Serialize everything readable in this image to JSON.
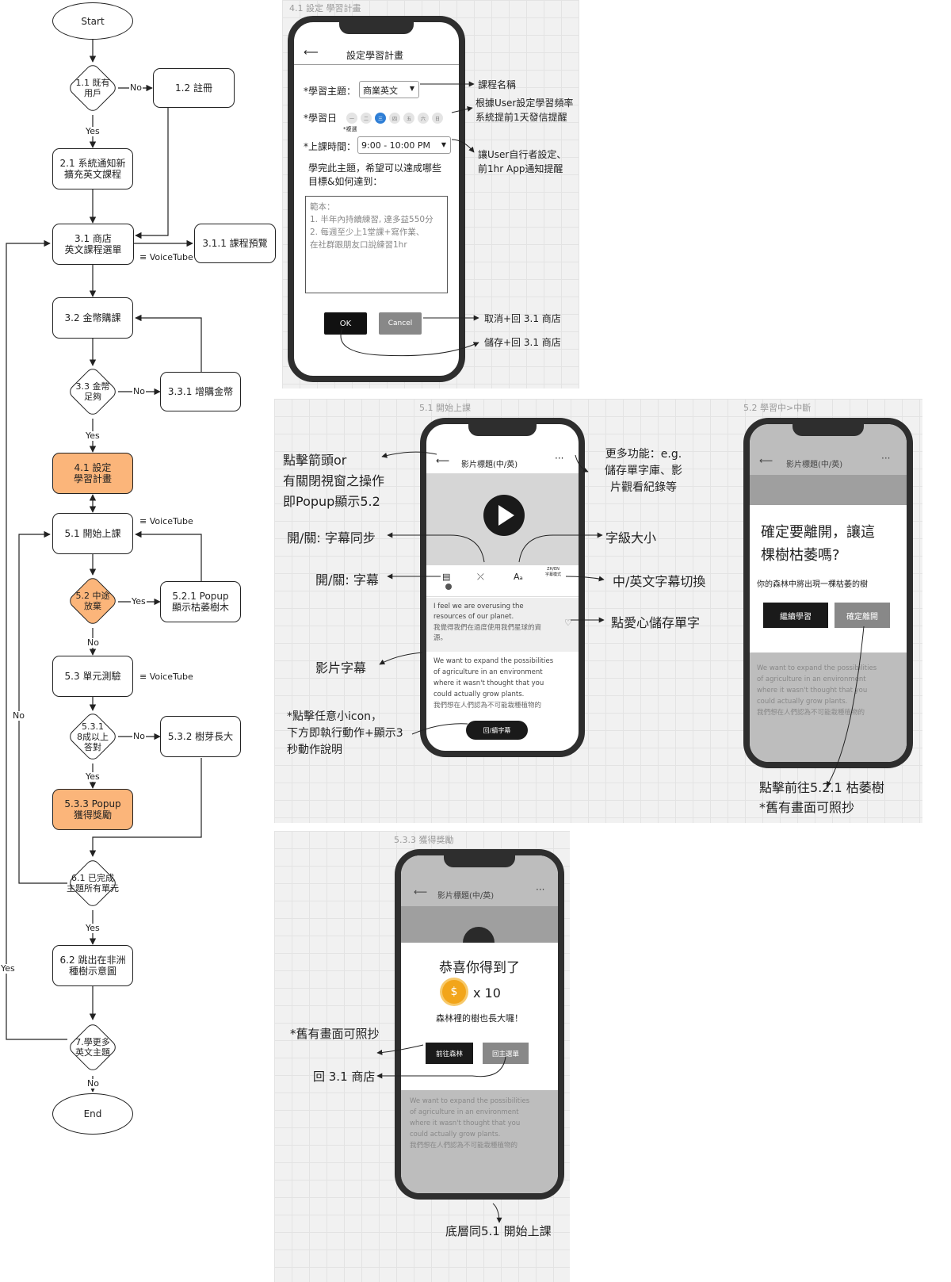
{
  "flowchart": {
    "start": "Start",
    "n11": "1.1 既有\n用戶",
    "n12": "1.2 註冊",
    "n21": "2.1 系統通知新\n擴充英文課程",
    "n31": "3.1 商店\n英文課程選單",
    "n311": "3.1.1 課程預覽",
    "n32": "3.2 金幣購課",
    "n33": "3.3 金幣\n足夠",
    "n331": "3.3.1 增購金幣",
    "n41": "4.1 設定\n學習計畫",
    "n51": "5.1 開始上課",
    "n52": "5.2 中途\n放棄",
    "n521": "5.2.1 Popup\n顯示枯萎樹木",
    "n53": "5.3 單元測驗",
    "n531": "5.3.1\n8成以上\n答對",
    "n532": "5.3.2 樹芽長大",
    "n533": "5.3.3 Popup\n獲得獎勵",
    "n61": "6.1 已完成\n主題所有單元",
    "n62": "6.2 跳出在非洲\n種樹示意圖",
    "n7": "7.學更多\n英文主題",
    "end": "End",
    "yes": "Yes",
    "no": "No",
    "voicetube": "≡ VoiceTube"
  },
  "panel41": {
    "title": "4.1 設定 學習計畫",
    "header": "設定學習計畫",
    "topic_label": "*學習主題：",
    "topic_value": "商業英文",
    "days_label": "*學習日",
    "days": [
      "一",
      "二",
      "三",
      "四",
      "五",
      "六",
      "日"
    ],
    "multi": "*複選",
    "time_label": "*上課時間：",
    "time_value": "9:00 - 10:00 PM",
    "goal_prompt": "學完此主題，希望可以達成哪些\n目標&如何達到：",
    "textarea": "範本：\n1. 半年內持續練習, 達多益550分\n2. 每週至少上1堂課+寫作業、\n在社群跟朋友口說練習1hr",
    "ok": "OK",
    "cancel": "Cancel",
    "ann_course": "課程名稱",
    "ann_days": "根據User設定學習頻率\n系統提前1天發信提醒",
    "ann_time": "讓User自行者設定、\n前1hr App通知提醒",
    "ann_cancel": "取消+回 3.1 商店",
    "ann_save": "儲存+回 3.1 商店"
  },
  "panel51": {
    "title": "5.1 開始上課",
    "video_title": "影片標題(中/英)",
    "dots": "···",
    "sub_mode": "字幕模式",
    "sub_line1": "I feel we are overusing the\nresources of our planet.",
    "sub_line1_zh": "我覺得我們在過度使用我們星球的資\n源。",
    "sub_line2": "We want to expand the possibilities\nof agriculture in an environment\nwhere it wasn't thought that you\ncould actually grow plants.",
    "sub_line2_zh": "我們想在人們認為不可能栽種植物的",
    "back_sub": "回/續字幕",
    "ann_back": "點擊箭頭or\n有關閉視窗之操作\n即Popup顯示5.2",
    "ann_more": "更多功能：e.g.\n儲存單字庫、影\n片觀看紀錄等",
    "ann_sync": "開/關: 字幕同步",
    "ann_fontsize": "字級大小",
    "ann_subs": "開/關: 字幕",
    "ann_lang": "中/英文字幕切換",
    "ann_heart": "點愛心儲存單字",
    "ann_caption": "影片字幕",
    "ann_icon": "*點擊任意小icon，\n下方即執行動作+顯示3\n秒動作說明"
  },
  "panel52": {
    "title": "5.2 學習中>中斷",
    "video_title": "影片標題(中/英)",
    "dots": "···",
    "popup_title": "確定要離開，讓這\n棵樹枯萎嗎?",
    "popup_sub": "你的森林中將出現一棵枯萎的樹",
    "continue": "繼續學習",
    "leave": "確定離開",
    "bg_text": "We want to expand the possibilities\nof agriculture in an environment\nwhere it wasn't thought that you\ncould actually grow plants.\n我們想在人們認為不可能栽種植物的",
    "ann": "點擊前往5.2.1 枯萎樹\n*舊有畫面可照抄"
  },
  "panel533": {
    "title": "5.3.3 獲得獎勵",
    "video_title": "影片標題(中/英)",
    "dots": "···",
    "congrats": "恭喜你得到了",
    "coin_symbol": "$",
    "coin_count": "x 10",
    "tree_msg": "森林裡的樹也長大囉！",
    "to_forest": "前往森林",
    "back_menu": "回主選單",
    "bg_text": "We want to expand the possibilities\nof agriculture in an environment\nwhere it wasn't thought that you\ncould actually grow plants.\n我們想在人們認為不可能栽種植物的",
    "ann_copy": "*舊有畫面可照抄",
    "ann_shop": "回 3.1 商店",
    "ann_bottom": "底層同5.1 開始上課"
  },
  "colors": {
    "orange": "#fbb57a",
    "blue_day": "#2f7fd6",
    "coin": "#f2a51a",
    "phone": "#2e2e2e"
  }
}
